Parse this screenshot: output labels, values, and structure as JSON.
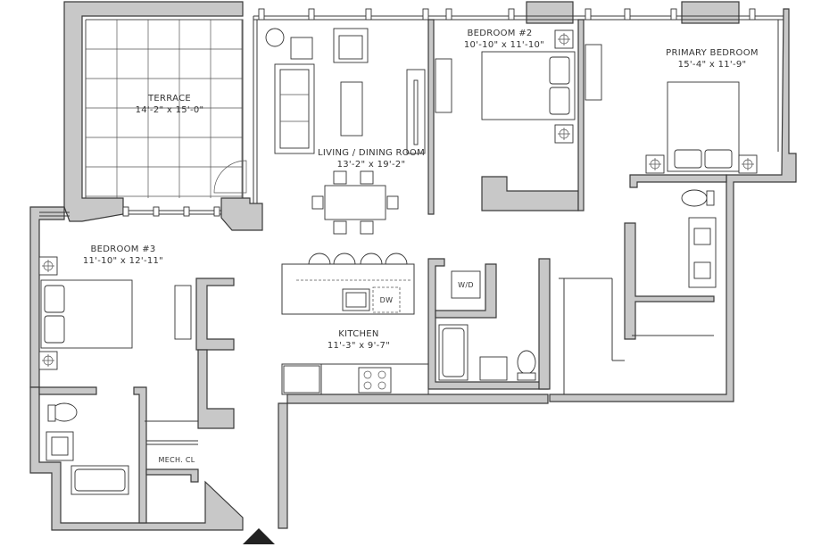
{
  "rooms": {
    "terrace": {
      "name": "TERRACE",
      "dims": "14'-2\" x 15'-0\""
    },
    "living": {
      "name": "LIVING / DINING ROOM",
      "dims": "13'-2\" x 19'-2\""
    },
    "bedroom2": {
      "name": "BEDROOM #2",
      "dims": "10'-10\" x 11'-10\""
    },
    "primary": {
      "name": "PRIMARY BEDROOM",
      "dims": "15'-4\" x 11'-9\""
    },
    "bedroom3": {
      "name": "BEDROOM #3",
      "dims": "11'-10\" x 12'-11\""
    },
    "kitchen": {
      "name": "KITCHEN",
      "dims": "11'-3\" x 9'-7\""
    },
    "mech": {
      "name": "MECH. CL"
    }
  },
  "fixtures": {
    "washer_dryer": "W/D",
    "dishwasher": "DW"
  },
  "colors": {
    "wall": "#c8c8c8",
    "line": "#3a3a3a"
  },
  "icons": {
    "entry": "north-arrow-triangle"
  }
}
